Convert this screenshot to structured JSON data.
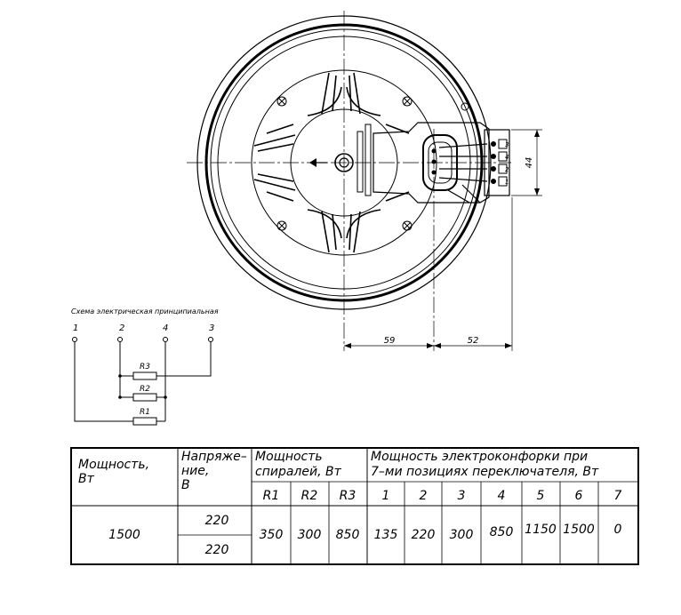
{
  "drawing": {
    "dim_height": "44",
    "dim_left": "59",
    "dim_right": "52",
    "terminal_labels": [
      "3",
      "4",
      "2",
      "1"
    ]
  },
  "schema": {
    "title": "Схема электрическая принципиальная",
    "nodes": [
      "1",
      "2",
      "4",
      "3"
    ],
    "resistors": [
      "R3",
      "R2",
      "R1"
    ]
  },
  "table": {
    "header_power": [
      "Мощность,",
      "Вт"
    ],
    "header_voltage": [
      "Напряже–",
      "ние,",
      "В"
    ],
    "header_spiral": [
      "Мощность",
      "спиралей,  Вт"
    ],
    "header_burner": [
      "Мощность  электроконфорки  при",
      "7–ми  позициях  переключателя,  Вт"
    ],
    "spiral_cols": [
      "R1",
      "R2",
      "R3"
    ],
    "position_cols": [
      "1",
      "2",
      "3",
      "4",
      "5",
      "6",
      "7"
    ],
    "power_value": "1500",
    "voltages": [
      "220",
      "220"
    ],
    "spiral_values": [
      "350",
      "300",
      "850"
    ],
    "position_values": [
      "135",
      "220",
      "300",
      "850",
      "1150",
      "1500",
      "0"
    ]
  }
}
